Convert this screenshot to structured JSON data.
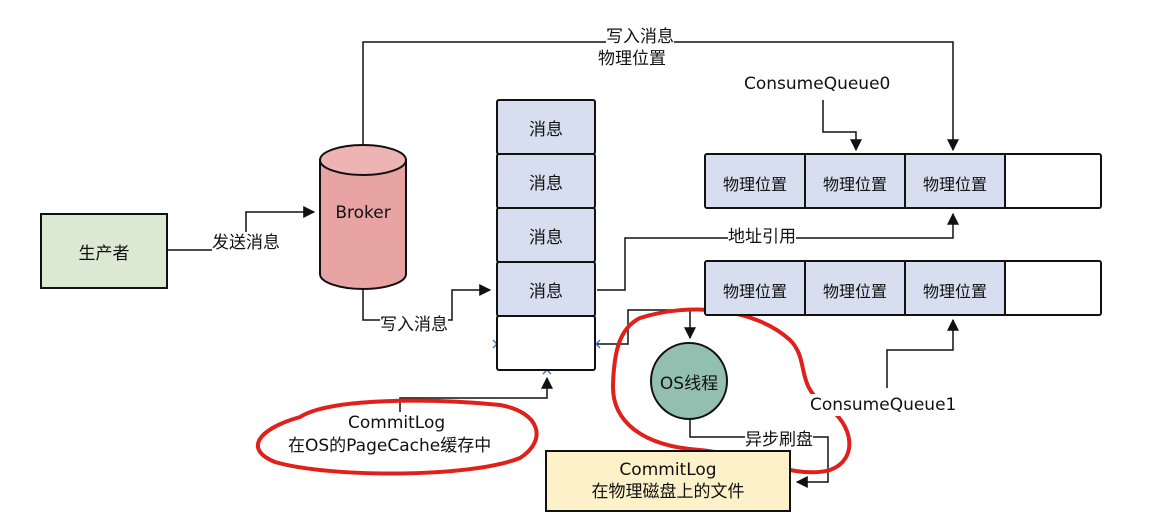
{
  "producer": {
    "label": "生产者"
  },
  "broker": {
    "label": "Broker"
  },
  "edges": {
    "send": "发送消息",
    "write_log": "写入消息",
    "write_pos_line1": "写入消息",
    "write_pos_line2": "物理位置",
    "addr_ref": "地址引用",
    "async_flush": "异步刷盘"
  },
  "commitlog_messages": [
    "消息",
    "消息",
    "消息",
    "消息"
  ],
  "consume_queue_0": {
    "name": "ConsumeQueue0",
    "slots": [
      "物理位置",
      "物理位置",
      "物理位置"
    ]
  },
  "consume_queue_1": {
    "name": "ConsumeQueue1",
    "slots": [
      "物理位置",
      "物理位置",
      "物理位置"
    ]
  },
  "os_thread": {
    "label": "OS线程"
  },
  "page_cache": {
    "line1": "CommitLog",
    "line2": "在OS的PageCache缓存中"
  },
  "disk": {
    "line1": "CommitLog",
    "line2": "在物理磁盘上的文件"
  },
  "colors": {
    "producer": "#dbe9d4",
    "broker": "#e8a3a3",
    "message": "#d6deef",
    "os_thread": "#93bfb1",
    "disk": "#fcf1c8",
    "highlight": "#e0201b"
  }
}
